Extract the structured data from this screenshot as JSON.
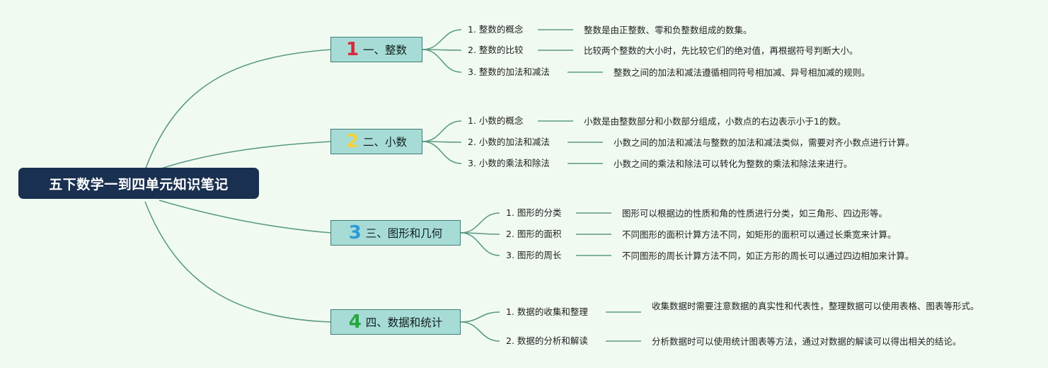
{
  "root": {
    "label": "五下数学一到四单元知识笔记"
  },
  "branches": [
    {
      "number": "1",
      "number_color": "#d42b3a",
      "label": "一、整数",
      "items": [
        {
          "label": "1. 整数的概念",
          "note": "整数是由正整数、零和负整数组成的数集。"
        },
        {
          "label": "2. 整数的比较",
          "note": "比较两个整数的大小时，先比较它们的绝对值，再根据符号判断大小。"
        },
        {
          "label": "3. 整数的加法和减法",
          "note": "整数之间的加法和减法遵循相同符号相加减、异号相加减的规则。"
        }
      ]
    },
    {
      "number": "2",
      "number_color": "#f1d23c",
      "label": "二、小数",
      "items": [
        {
          "label": "1. 小数的概念",
          "note": "小数是由整数部分和小数部分组成，小数点的右边表示小于1的数。"
        },
        {
          "label": "2. 小数的加法和减法",
          "note": "小数之间的加法和减法与整数的加法和减法类似，需要对齐小数点进行计算。"
        },
        {
          "label": "3. 小数的乘法和除法",
          "note": "小数之间的乘法和除法可以转化为整数的乘法和除法来进行。"
        }
      ]
    },
    {
      "number": "3",
      "number_color": "#2e9ad6",
      "label": "三、图形和几何",
      "items": [
        {
          "label": "1. 图形的分类",
          "note": "图形可以根据边的性质和角的性质进行分类，如三角形、四边形等。"
        },
        {
          "label": "2. 图形的面积",
          "note": "不同图形的面积计算方法不同，如矩形的面积可以通过长乘宽来计算。"
        },
        {
          "label": "3. 图形的周长",
          "note": "不同图形的周长计算方法不同，如正方形的周长可以通过四边相加来计算。"
        }
      ]
    },
    {
      "number": "4",
      "number_color": "#27a83e",
      "label": "四、数据和统计",
      "items": [
        {
          "label": "1. 数据的收集和整理",
          "note": "收集数据时需要注意数据的真实性和代表性，整理数据可以使用表格、图表等形式。"
        },
        {
          "label": "2. 数据的分析和解读",
          "note": "分析数据时可以使用统计图表等方法，通过对数据的解读可以得出相关的结论。"
        }
      ]
    }
  ],
  "colors": {
    "line": "#5a9a86",
    "root_bg": "#1a3050",
    "branch_bg": "#a7dbd6",
    "branch_border": "#3f7d76",
    "background": "#f1faf1"
  }
}
